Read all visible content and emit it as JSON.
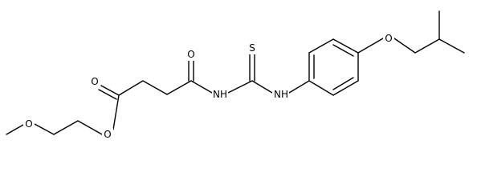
{
  "molecule": {
    "atoms": [
      {
        "id": "a1",
        "label": "O"
      },
      {
        "id": "a2",
        "label": "O"
      },
      {
        "id": "a3",
        "label": "O"
      },
      {
        "id": "a4",
        "label": "O"
      },
      {
        "id": "a5",
        "label": "NH"
      },
      {
        "id": "a6",
        "label": "S"
      },
      {
        "id": "a7",
        "label": "NH"
      },
      {
        "id": "a8",
        "label": "O"
      }
    ]
  }
}
